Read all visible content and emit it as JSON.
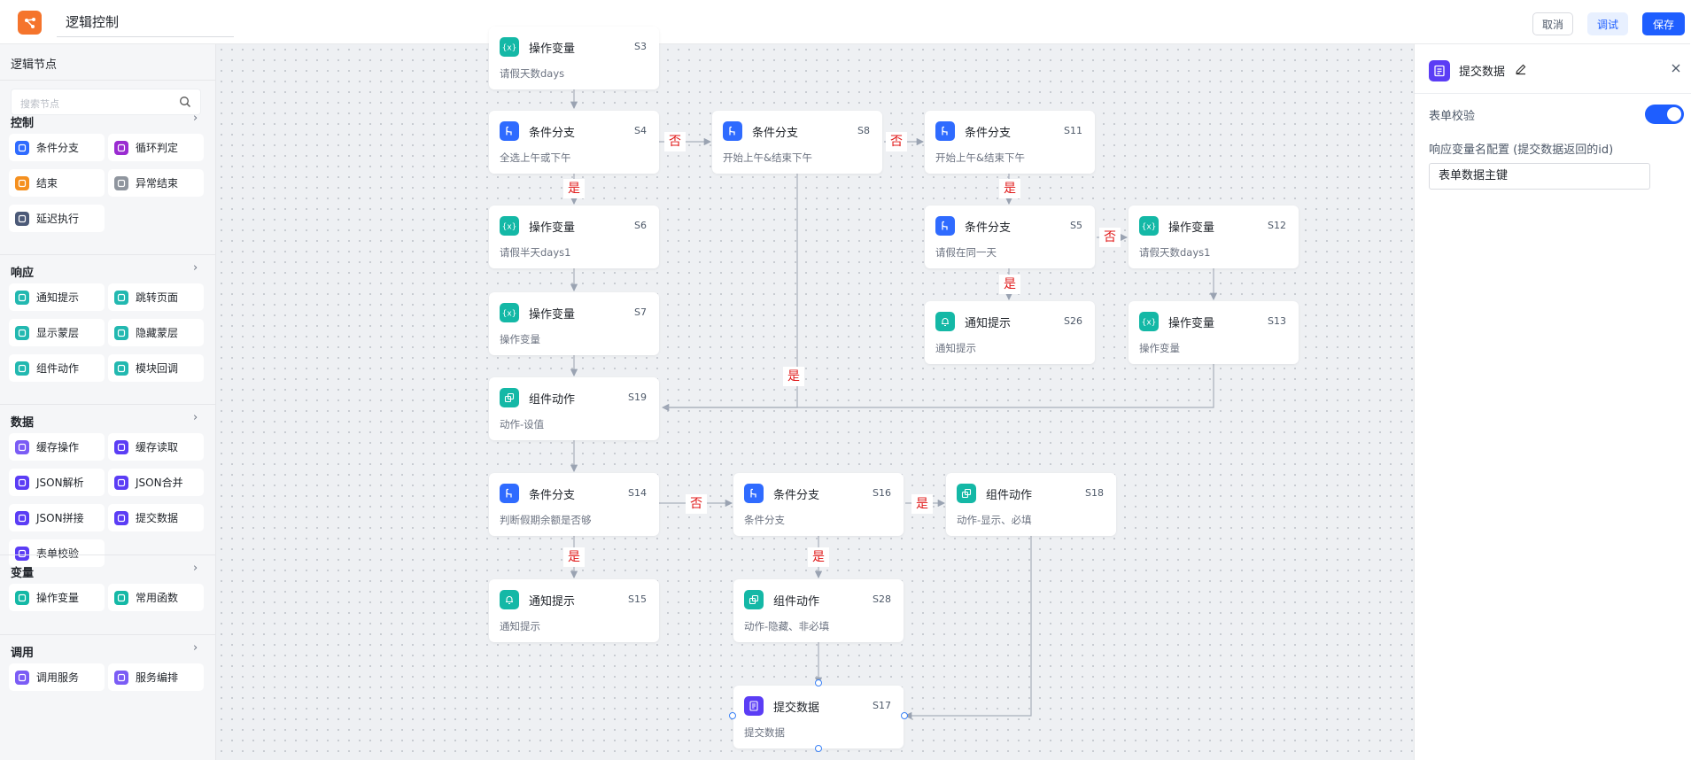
{
  "header": {
    "title": "逻辑控制",
    "cancel_label": "取消",
    "debug_label": "调试",
    "save_label": "保存",
    "accent_color": "#1e5eff",
    "logo_color": "#f5742c"
  },
  "sidebar": {
    "title": "逻辑节点",
    "search_placeholder": "搜索节点",
    "sections": [
      {
        "name": "控制",
        "items": [
          {
            "label": "条件分支",
            "icon": "branch-icon",
            "color": "#2f6bff"
          },
          {
            "label": "循环判定",
            "icon": "shuffle-icon",
            "color": "#9a2bd1"
          },
          {
            "label": "结束",
            "icon": "end-icon",
            "color": "#f5901f"
          },
          {
            "label": "异常结束",
            "icon": "error-end-icon",
            "color": "#8f959e"
          },
          {
            "label": "延迟执行",
            "icon": "delay-icon",
            "color": "#4c5a78"
          }
        ]
      },
      {
        "name": "响应",
        "items": [
          {
            "label": "通知提示",
            "icon": "bell-icon",
            "color": "#22b8b0"
          },
          {
            "label": "跳转页面",
            "icon": "jump-icon",
            "color": "#22b8b0"
          },
          {
            "label": "显示蒙层",
            "icon": "show-mask-icon",
            "color": "#22b8b0"
          },
          {
            "label": "隐藏蒙层",
            "icon": "hide-mask-icon",
            "color": "#22b8b0"
          },
          {
            "label": "组件动作",
            "icon": "component-action-icon",
            "color": "#22b8b0"
          },
          {
            "label": "模块回调",
            "icon": "module-callback-icon",
            "color": "#22b8b0"
          }
        ]
      },
      {
        "name": "数据",
        "items": [
          {
            "label": "缓存操作",
            "icon": "cache-op-icon",
            "color": "#7b5cf5"
          },
          {
            "label": "缓存读取",
            "icon": "cache-read-icon",
            "color": "#5b3df5"
          },
          {
            "label": "JSON解析",
            "icon": "json-parse-icon",
            "color": "#5b3df5"
          },
          {
            "label": "JSON合并",
            "icon": "json-merge-icon",
            "color": "#5b3df5"
          },
          {
            "label": "JSON拼接",
            "icon": "json-concat-icon",
            "color": "#5b3df5"
          },
          {
            "label": "提交数据",
            "icon": "submit-data-icon",
            "color": "#5b3df5"
          },
          {
            "label": "表单校验",
            "icon": "form-validate-icon",
            "color": "#5b3df5"
          }
        ]
      },
      {
        "name": "变量",
        "items": [
          {
            "label": "操作变量",
            "icon": "variable-icon",
            "color": "#14b8a6"
          },
          {
            "label": "常用函数",
            "icon": "function-icon",
            "color": "#14b8a6"
          }
        ]
      },
      {
        "name": "调用",
        "items": [
          {
            "label": "调用服务",
            "icon": "call-service-icon",
            "color": "#7b5cf5"
          },
          {
            "label": "服务编排",
            "icon": "service-orchestration-icon",
            "color": "#7b5cf5"
          }
        ]
      }
    ]
  },
  "canvas": {
    "nodes": [
      {
        "id": "S3",
        "title": "操作变量",
        "desc": "请假天数days",
        "type": "variable"
      },
      {
        "id": "S4",
        "title": "条件分支",
        "desc": "全选上午或下午",
        "type": "branch"
      },
      {
        "id": "S8",
        "title": "条件分支",
        "desc": "开始上午&结束下午",
        "type": "branch"
      },
      {
        "id": "S11",
        "title": "条件分支",
        "desc": "开始上午&结束下午",
        "type": "branch"
      },
      {
        "id": "S6",
        "title": "操作变量",
        "desc": "请假半天days1",
        "type": "variable"
      },
      {
        "id": "S5",
        "title": "条件分支",
        "desc": "请假在同一天",
        "type": "branch"
      },
      {
        "id": "S12",
        "title": "操作变量",
        "desc": "请假天数days1",
        "type": "variable"
      },
      {
        "id": "S7",
        "title": "操作变量",
        "desc": "操作变量",
        "type": "variable"
      },
      {
        "id": "S26",
        "title": "通知提示",
        "desc": "通知提示",
        "type": "notify"
      },
      {
        "id": "S13",
        "title": "操作变量",
        "desc": "操作变量",
        "type": "variable"
      },
      {
        "id": "S19",
        "title": "组件动作",
        "desc": "动作-设值",
        "type": "action"
      },
      {
        "id": "S14",
        "title": "条件分支",
        "desc": "判断假期余额是否够",
        "type": "branch"
      },
      {
        "id": "S16",
        "title": "条件分支",
        "desc": "条件分支",
        "type": "branch"
      },
      {
        "id": "S18",
        "title": "组件动作",
        "desc": "动作-显示、必填",
        "type": "action"
      },
      {
        "id": "S15",
        "title": "通知提示",
        "desc": "通知提示",
        "type": "notify"
      },
      {
        "id": "S28",
        "title": "组件动作",
        "desc": "动作-隐藏、非必填",
        "type": "action"
      },
      {
        "id": "S17",
        "title": "提交数据",
        "desc": "提交数据",
        "type": "submit"
      }
    ],
    "edge_labels": {
      "yes": "是",
      "no": "否"
    },
    "type_colors": {
      "branch": "#2f6bff",
      "variable": "#14b8a6",
      "notify": "#14b8a6",
      "action": "#14b8a6",
      "submit": "#5b3df5"
    }
  },
  "panel": {
    "title": "提交数据",
    "form_validate_label": "表单校验",
    "form_validate_on": true,
    "response_var_label": "响应变量名配置 (提交数据返回的id)",
    "response_var_value": "表单数据主键"
  }
}
